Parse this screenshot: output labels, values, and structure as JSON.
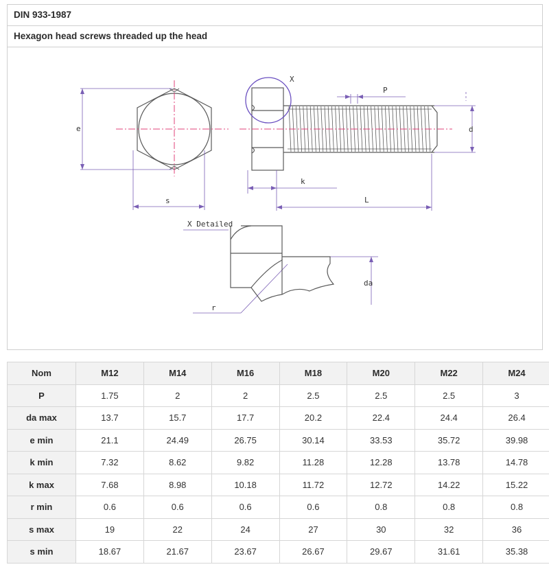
{
  "header": {
    "standard": "DIN 933-1987",
    "title": "Hexagon head screws threaded up the head"
  },
  "drawing": {
    "labels": {
      "e": "e",
      "s": "s",
      "x": "X",
      "p": "P",
      "d": "d",
      "k": "k",
      "l": "L",
      "x_detailed": "X Detailed",
      "da": "da",
      "r": "r"
    },
    "colors": {
      "line": "#5a5a5a",
      "dim": "#7a5fb5",
      "axis": "#e0407a"
    }
  },
  "table": {
    "headers": [
      "Nom",
      "M12",
      "M14",
      "M16",
      "M18",
      "M20",
      "M22",
      "M24"
    ],
    "rows": [
      {
        "label": "P",
        "values": [
          "1.75",
          "2",
          "2",
          "2.5",
          "2.5",
          "2.5",
          "3"
        ]
      },
      {
        "label": "da max",
        "values": [
          "13.7",
          "15.7",
          "17.7",
          "20.2",
          "22.4",
          "24.4",
          "26.4"
        ]
      },
      {
        "label": "e min",
        "values": [
          "21.1",
          "24.49",
          "26.75",
          "30.14",
          "33.53",
          "35.72",
          "39.98"
        ]
      },
      {
        "label": "k min",
        "values": [
          "7.32",
          "8.62",
          "9.82",
          "11.28",
          "12.28",
          "13.78",
          "14.78"
        ]
      },
      {
        "label": "k max",
        "values": [
          "7.68",
          "8.98",
          "10.18",
          "11.72",
          "12.72",
          "14.22",
          "15.22"
        ]
      },
      {
        "label": "r min",
        "values": [
          "0.6",
          "0.6",
          "0.6",
          "0.6",
          "0.8",
          "0.8",
          "0.8"
        ]
      },
      {
        "label": "s max",
        "values": [
          "19",
          "22",
          "24",
          "27",
          "30",
          "32",
          "36"
        ]
      },
      {
        "label": "s min",
        "values": [
          "18.67",
          "21.67",
          "23.67",
          "26.67",
          "29.67",
          "31.61",
          "35.38"
        ]
      }
    ]
  }
}
